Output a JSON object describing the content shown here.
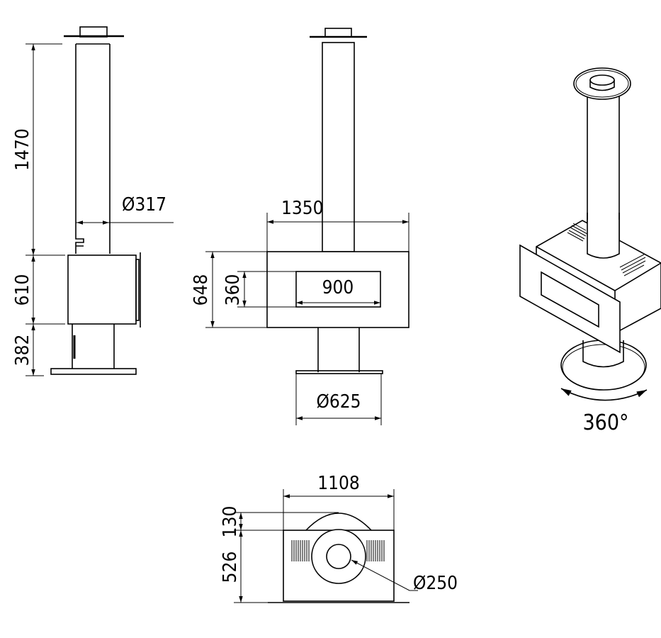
{
  "side_view": {
    "height_flue": "1470",
    "height_body": "610",
    "height_stand": "382",
    "flue_diameter": "Ø317"
  },
  "front_view": {
    "width": "1350",
    "height": "648",
    "window_height": "360",
    "window_width": "900",
    "base_diameter": "Ø625"
  },
  "top_view": {
    "depth": "1108",
    "offset": "130",
    "body_depth": "526",
    "flue_outlet_diameter": "Ø250"
  },
  "iso_view": {
    "rotation": "360°"
  }
}
